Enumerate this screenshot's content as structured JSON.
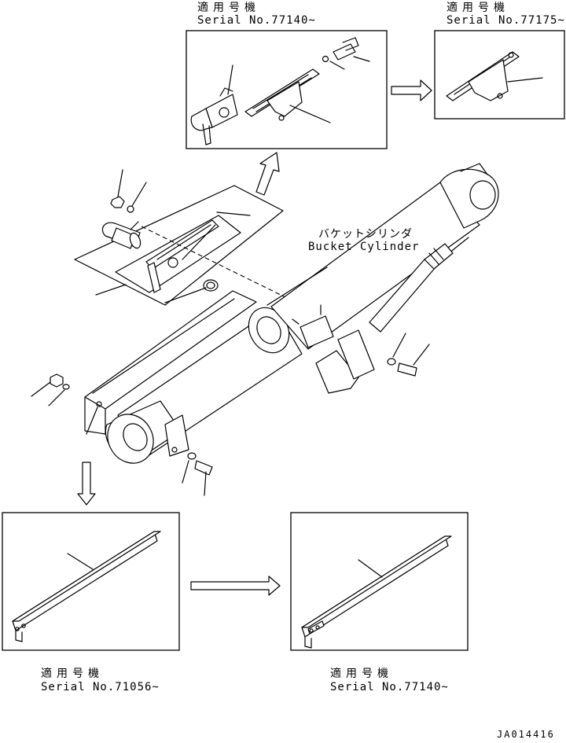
{
  "drawing_id": "JA014416",
  "labels": {
    "top_mid_applicable": "適用号機",
    "top_mid_serial": "Serial No.77140~",
    "top_right_applicable": "適用号機",
    "top_right_serial": "Serial No.77175~",
    "bucket_cylinder_jp": "バケットシリンダ",
    "bucket_cylinder_en": "Bucket Cylinder",
    "bottom_left_applicable": "適用号機",
    "bottom_left_serial": "Serial No.71056~",
    "bottom_right_applicable": "適用号機",
    "bottom_right_serial": "Serial No.77140~"
  }
}
